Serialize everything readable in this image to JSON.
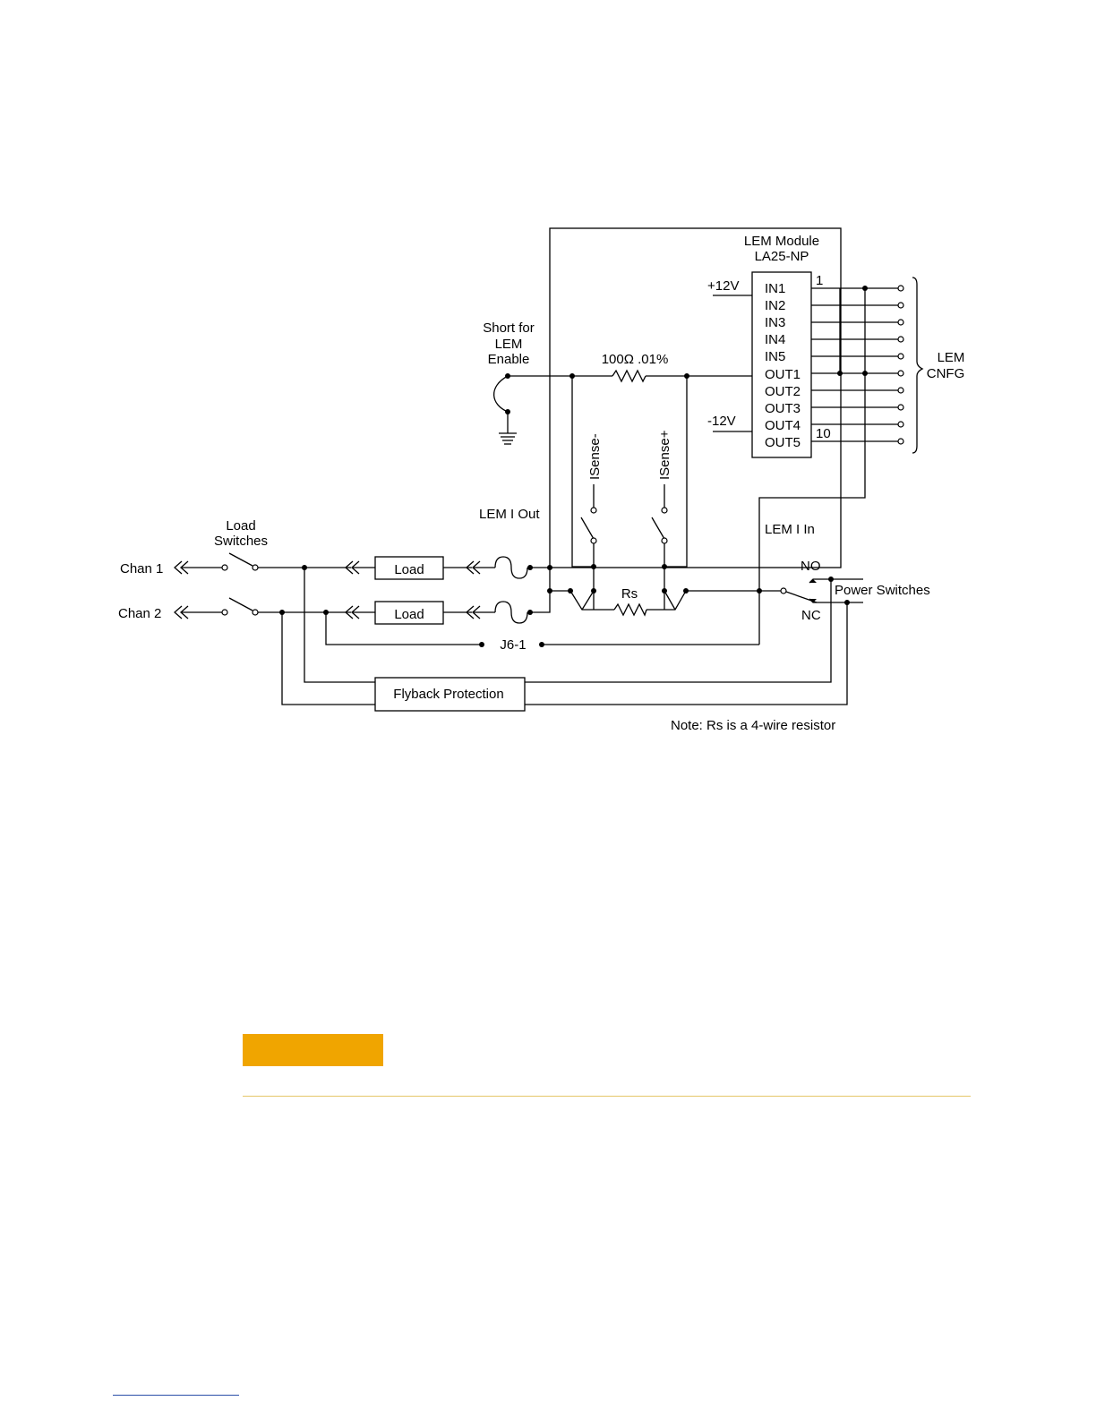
{
  "diagram": {
    "lem_module_line1": "LEM Module",
    "lem_module_line2": "LA25-NP",
    "plus_supply": "+12V",
    "minus_supply": "-12V",
    "inputs": [
      "IN1",
      "IN2",
      "IN3",
      "IN4",
      "IN5"
    ],
    "outputs": [
      "OUT1",
      "OUT2",
      "OUT3",
      "OUT4",
      "OUT5"
    ],
    "pin_first": "1",
    "pin_last": "10",
    "lem_cnfg_line1": "LEM",
    "lem_cnfg_line2": "CNFG",
    "short_line1": "Short for",
    "short_line2": "LEM",
    "short_line3": "Enable",
    "resistor_100": "100Ω .01%",
    "isense_minus": "ISense-",
    "isense_plus": "ISense+",
    "lem_i_out": "LEM I Out",
    "lem_i_in": "LEM I In",
    "load_switches_line1": "Load",
    "load_switches_line2": "Switches",
    "chan1": "Chan 1",
    "chan2": "Chan 2",
    "load1": "Load",
    "load2": "Load",
    "rs": "Rs",
    "no": "NO",
    "nc": "NC",
    "power_switches": "Power Switches",
    "j6": "J6-1",
    "flyback": "Flyback Protection",
    "note": "Note: Rs is a 4-wire resistor"
  },
  "colors": {
    "caution_bar": "#f0a500",
    "rule": "#e6c76a",
    "footer_line": "#2a4fa8",
    "line": "#000000"
  }
}
